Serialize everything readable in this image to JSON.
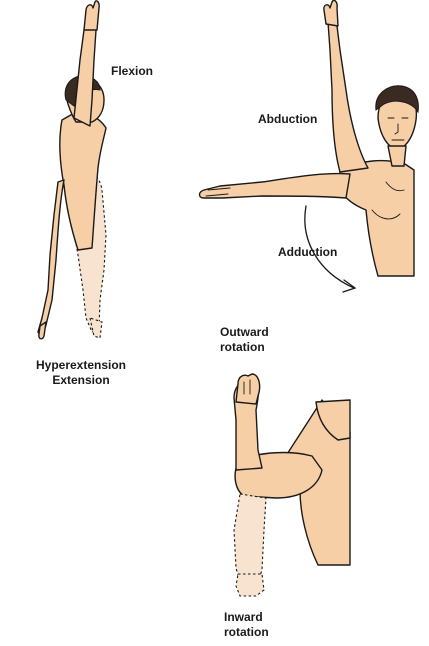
{
  "labels": {
    "flexion": "Flexion",
    "abduction": "Abduction",
    "adduction": "Adduction",
    "hyperextension": "Hyperextension",
    "extension": "Extension",
    "outward_rotation_1": "Outward",
    "outward_rotation_2": "rotation",
    "inward_rotation_1": "Inward",
    "inward_rotation_2": "rotation"
  },
  "colors": {
    "skin": "#f7cfa6",
    "skin_light": "#f8e2d0",
    "hair": "#3a2a22",
    "outline": "#1a1a1a"
  }
}
